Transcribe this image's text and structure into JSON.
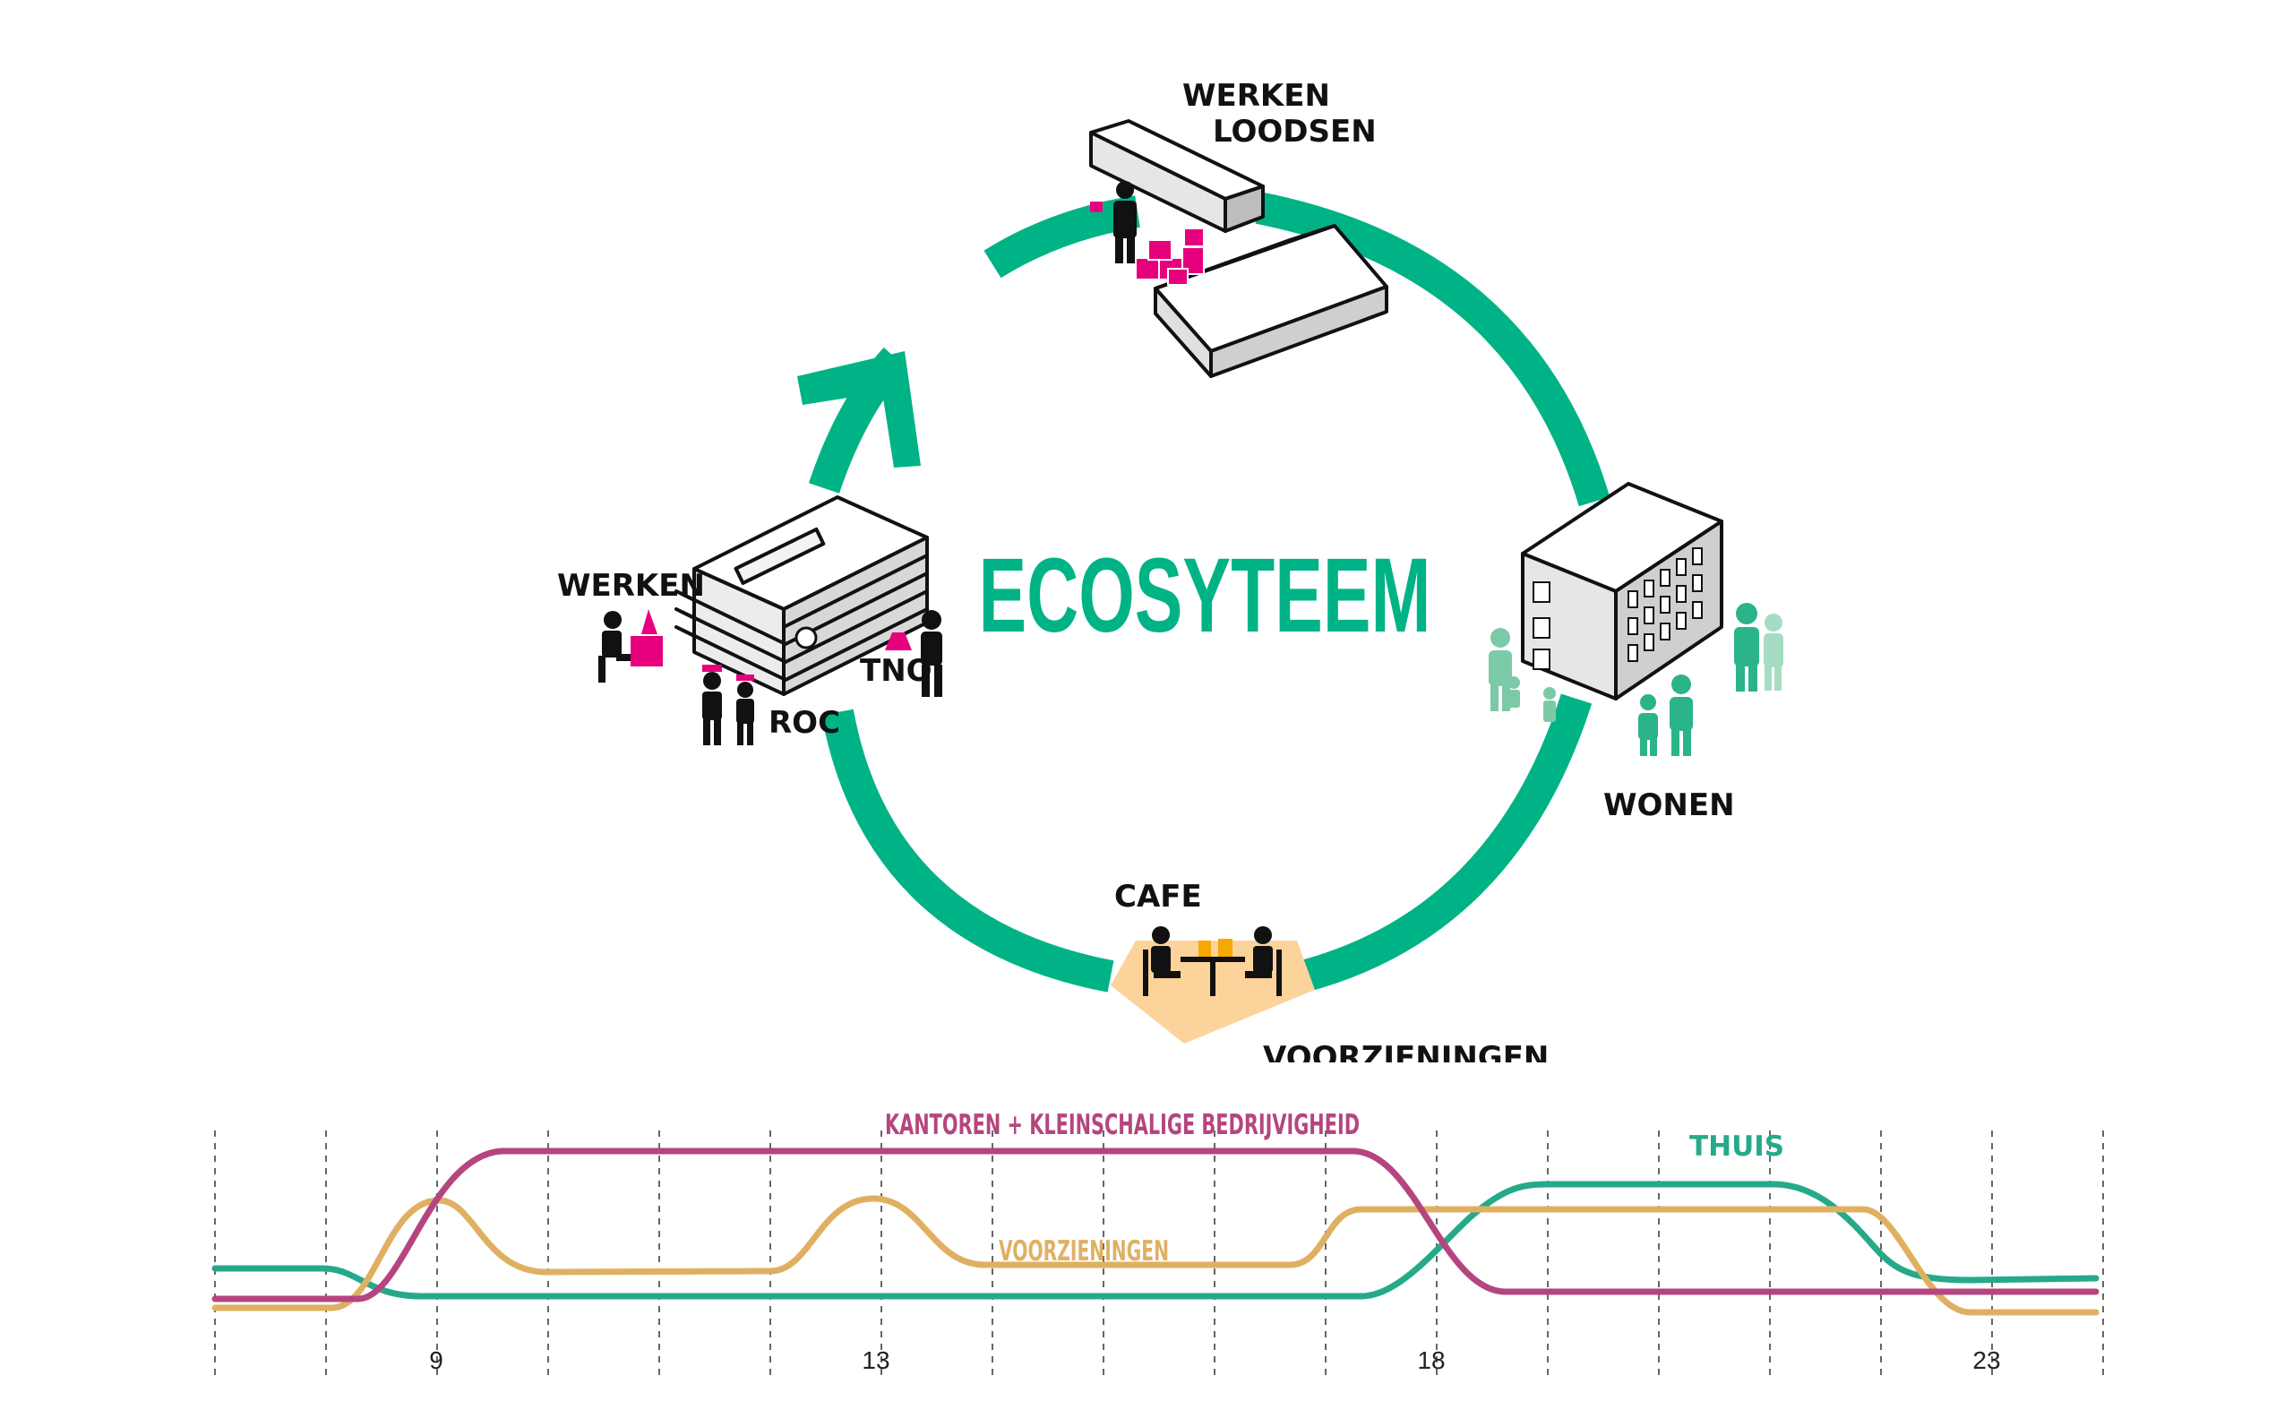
{
  "diagram": {
    "title": "ECOSYTEEM",
    "labels": {
      "werken_loodsen_line1": "WERKEN",
      "werken_loodsen_line2": "LOODSEN",
      "werken_office": "WERKEN",
      "tno": "TNO",
      "roc": "ROC",
      "wonen": "WONEN",
      "cafe": "CAFE",
      "voorzieningen": "VOORZIENINGEN"
    },
    "colors": {
      "cycle": "#00b386",
      "magenta": "#e6007e",
      "people_green": "#2bb38a",
      "cafe_fill": "#fcd39b"
    }
  },
  "timeline": {
    "ticks": [
      "9",
      "13",
      "18",
      "23"
    ],
    "curves": {
      "kantoren": {
        "label": "KANTOREN + KLEINSCHALIGE BEDRIJVIGHEID",
        "color": "#b5457f"
      },
      "thuis": {
        "label": "THUIS",
        "color": "#26a98a"
      },
      "voorzieningen": {
        "label": "VOORZIENINGEN",
        "color": "#e0b062"
      }
    }
  }
}
